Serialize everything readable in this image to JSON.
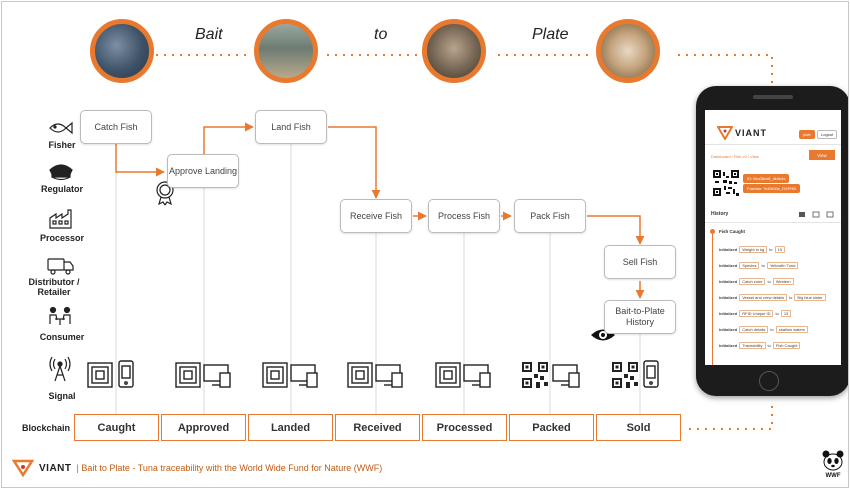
{
  "banner": {
    "words": [
      "Bait",
      "to",
      "Plate"
    ]
  },
  "roles": [
    {
      "id": "fisher",
      "label": "Fisher",
      "icon": "fish-icon"
    },
    {
      "id": "regulator",
      "label": "Regulator",
      "icon": "officer-cap-icon"
    },
    {
      "id": "processor",
      "label": "Processor",
      "icon": "factory-icon"
    },
    {
      "id": "distributor",
      "label": "Distributor / Retailer",
      "icon": "truck-icon"
    },
    {
      "id": "consumer",
      "label": "Consumer",
      "icon": "diners-icon"
    },
    {
      "id": "signal",
      "label": "Signal",
      "icon": "antenna-icon"
    }
  ],
  "steps": {
    "catch": "Catch Fish",
    "approve": "Approve Landing",
    "land": "Land Fish",
    "receive": "Receive Fish",
    "process": "Process Fish",
    "pack": "Pack Fish",
    "sell": "Sell Fish",
    "history": "Bait-to-Plate History"
  },
  "blockchain": {
    "label": "Blockchain",
    "statuses": [
      "Caught",
      "Approved",
      "Landed",
      "Received",
      "Processed",
      "Packed",
      "Sold"
    ]
  },
  "footer": {
    "brand": "VIANT",
    "caption": "| Bait to Plate - Tuna traceability with the World Wide Fund for Nature (WWF)"
  },
  "wwf_label": "WWF",
  "phone": {
    "brand": "VIANT",
    "buttons": [
      "piotr",
      "Logout"
    ],
    "breadcrumb": "Dashboard / Fish v2 / View",
    "view_button": "View",
    "tags": [
      "ID: Bru08ch8_dk3e4c",
      "Fashion: %40k94c_DSPHB"
    ],
    "history_title": "History",
    "fish_caught": "Fish Caught",
    "rows": [
      {
        "action": "Initialized",
        "key": "Weight in kg",
        "value": "15"
      },
      {
        "action": "Initialized",
        "key": "Species",
        "value": "Yellowfin Tuna"
      },
      {
        "action": "Initialized",
        "key": "Catch zone",
        "value": "Western"
      },
      {
        "action": "Initialized",
        "key": "Vessel and crew details",
        "value": "Big blue sister"
      },
      {
        "action": "Initialized",
        "key": "RFID Unique ID",
        "value": "13"
      },
      {
        "action": "Initialized",
        "key": "Catch details",
        "value": "shallow waters"
      },
      {
        "action": "Initialized",
        "key": "Traceability",
        "value": "Fish Caught"
      }
    ]
  },
  "colors": {
    "accent": "#e8792e",
    "line_gray": "#d8d8d8",
    "footer_caption": "#c25d12"
  }
}
